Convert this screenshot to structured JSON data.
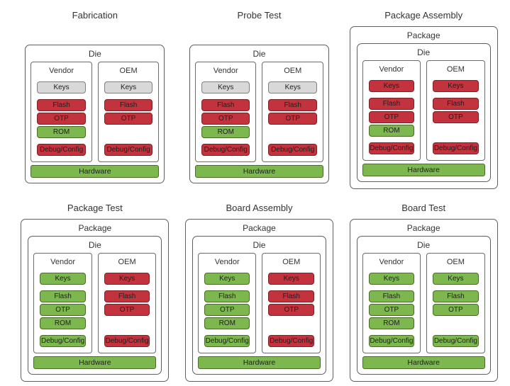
{
  "page": {
    "background": "#ffffff"
  },
  "colors": {
    "gray": {
      "fill": "#d8d8d8",
      "border": "#7f7f7f"
    },
    "red": {
      "fill": "#c2333d",
      "border": "#7e2027"
    },
    "green": {
      "fill": "#7cb84e",
      "border": "#4c6b2a"
    },
    "box_border": "#5f5f5f",
    "text": "#262626"
  },
  "labels": {
    "package": "Package",
    "die": "Die",
    "vendor": "Vendor",
    "oem": "OEM",
    "hardware": "Hardware"
  },
  "stages": [
    {
      "title": "Fabrication",
      "has_package": false,
      "vendor_groups": [
        [
          {
            "label": "Keys",
            "color": "gray"
          }
        ],
        [
          {
            "label": "Flash",
            "color": "red"
          },
          {
            "label": "OTP",
            "color": "red"
          },
          {
            "label": "ROM",
            "color": "green"
          }
        ],
        [
          {
            "label": "Debug/Config",
            "color": "red"
          }
        ]
      ],
      "oem_groups": [
        [
          {
            "label": "Keys",
            "color": "gray"
          }
        ],
        [
          {
            "label": "Flash",
            "color": "red"
          },
          {
            "label": "OTP",
            "color": "red"
          }
        ],
        [
          {
            "label": "Debug/Config",
            "color": "red"
          }
        ]
      ]
    },
    {
      "title": "Probe Test",
      "has_package": false,
      "vendor_groups": [
        [
          {
            "label": "Keys",
            "color": "gray"
          }
        ],
        [
          {
            "label": "Flash",
            "color": "red"
          },
          {
            "label": "OTP",
            "color": "red"
          },
          {
            "label": "ROM",
            "color": "green"
          }
        ],
        [
          {
            "label": "Debug/Config",
            "color": "red"
          }
        ]
      ],
      "oem_groups": [
        [
          {
            "label": "Keys",
            "color": "gray"
          }
        ],
        [
          {
            "label": "Flash",
            "color": "red"
          },
          {
            "label": "OTP",
            "color": "red"
          }
        ],
        [
          {
            "label": "Debug/Config",
            "color": "red"
          }
        ]
      ]
    },
    {
      "title": "Package Assembly",
      "has_package": true,
      "vendor_groups": [
        [
          {
            "label": "Keys",
            "color": "red"
          }
        ],
        [
          {
            "label": "Flash",
            "color": "red"
          },
          {
            "label": "OTP",
            "color": "red"
          },
          {
            "label": "ROM",
            "color": "green"
          }
        ],
        [
          {
            "label": "Debug/Config",
            "color": "red"
          }
        ]
      ],
      "oem_groups": [
        [
          {
            "label": "Keys",
            "color": "red"
          }
        ],
        [
          {
            "label": "Flash",
            "color": "red"
          },
          {
            "label": "OTP",
            "color": "red"
          }
        ],
        [
          {
            "label": "Debug/Config",
            "color": "red"
          }
        ]
      ]
    },
    {
      "title": "Package Test",
      "has_package": true,
      "vendor_groups": [
        [
          {
            "label": "Keys",
            "color": "green"
          }
        ],
        [
          {
            "label": "Flash",
            "color": "green"
          },
          {
            "label": "OTP",
            "color": "green"
          },
          {
            "label": "ROM",
            "color": "green"
          }
        ],
        [
          {
            "label": "Debug/Config",
            "color": "green"
          }
        ]
      ],
      "oem_groups": [
        [
          {
            "label": "Keys",
            "color": "red"
          }
        ],
        [
          {
            "label": "Flash",
            "color": "red"
          },
          {
            "label": "OTP",
            "color": "red"
          }
        ],
        [
          {
            "label": "Debug/Config",
            "color": "red"
          }
        ]
      ]
    },
    {
      "title": "Board Assembly",
      "has_package": true,
      "vendor_groups": [
        [
          {
            "label": "Keys",
            "color": "green"
          }
        ],
        [
          {
            "label": "Flash",
            "color": "green"
          },
          {
            "label": "OTP",
            "color": "green"
          },
          {
            "label": "ROM",
            "color": "green"
          }
        ],
        [
          {
            "label": "Debug/Config",
            "color": "green"
          }
        ]
      ],
      "oem_groups": [
        [
          {
            "label": "Keys",
            "color": "red"
          }
        ],
        [
          {
            "label": "Flash",
            "color": "red"
          },
          {
            "label": "OTP",
            "color": "red"
          }
        ],
        [
          {
            "label": "Debug/Config",
            "color": "red"
          }
        ]
      ]
    },
    {
      "title": "Board Test",
      "has_package": true,
      "vendor_groups": [
        [
          {
            "label": "Keys",
            "color": "green"
          }
        ],
        [
          {
            "label": "Flash",
            "color": "green"
          },
          {
            "label": "OTP",
            "color": "green"
          },
          {
            "label": "ROM",
            "color": "green"
          }
        ],
        [
          {
            "label": "Debug/Config",
            "color": "green"
          }
        ]
      ],
      "oem_groups": [
        [
          {
            "label": "Keys",
            "color": "green"
          }
        ],
        [
          {
            "label": "Flash",
            "color": "green"
          },
          {
            "label": "OTP",
            "color": "green"
          }
        ],
        [
          {
            "label": "Debug/Config",
            "color": "green"
          }
        ]
      ]
    }
  ]
}
